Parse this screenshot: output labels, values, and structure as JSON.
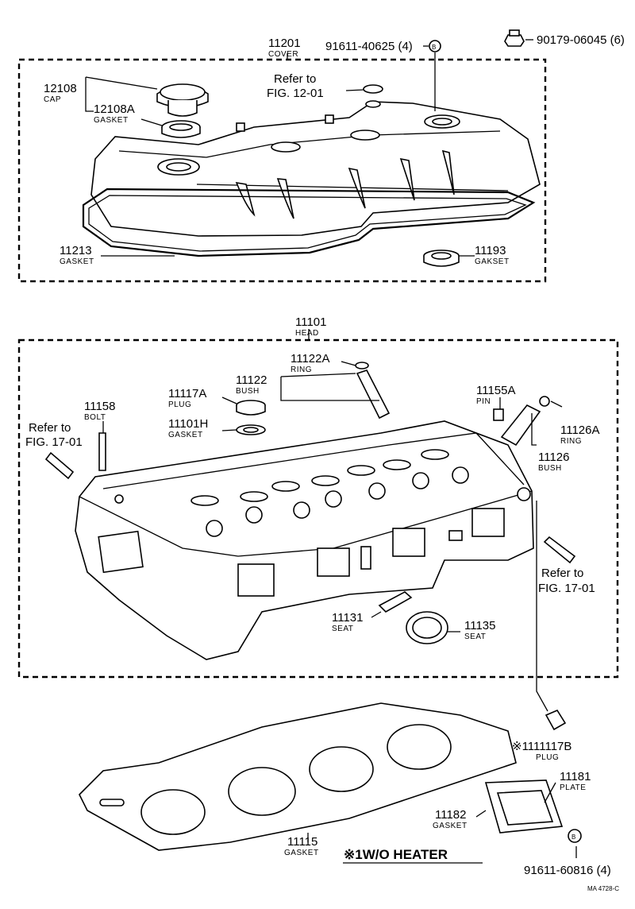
{
  "cover": {
    "number": "11201",
    "name": "COVER",
    "bolt_ref": "91611-40625 (4)",
    "bolt_marker": "B",
    "nut_ref": "90179-06045 (6)",
    "refer_line1": "Refer to",
    "refer_line2": "FIG. 12-01",
    "cap_num": "12108",
    "cap_name": "CAP",
    "gasket_a_num": "12108A",
    "gasket_a_name": "GASKET",
    "gasket_num": "11213",
    "gasket_name": "GASKET",
    "gakset_num": "11193",
    "gakset_name": "GAKSET"
  },
  "head": {
    "number": "11101",
    "name": "HEAD",
    "ring_a_num": "11122A",
    "ring_a_name": "RING",
    "bush_num": "11122",
    "bush_name": "BUSH",
    "plug_num": "11117A",
    "plug_name": "PLUG",
    "gasket_h_num": "11101H",
    "gasket_h_name": "GASKET",
    "bolt_num": "11158",
    "bolt_name": "BOLT",
    "refer_left_line1": "Refer to",
    "refer_left_line2": "FIG. 17-01",
    "pin_num": "11155A",
    "pin_name": "PIN",
    "ring_b_num": "11126A",
    "ring_b_name": "RING",
    "bush_b_num": "11126",
    "bush_b_name": "BUSH",
    "refer_right_line1": "Refer to",
    "refer_right_line2": "FIG. 17-01",
    "seat1_num": "11131",
    "seat1_name": "SEAT",
    "seat2_num": "11135",
    "seat2_name": "SEAT"
  },
  "lower": {
    "plug_num": "※1111117B",
    "plug_name": "PLUG",
    "plate_num": "11181",
    "plate_name": "PLATE",
    "gasket_num": "11182",
    "gasket_name": "GASKET",
    "head_gasket_num": "11115",
    "head_gasket_name": "GASKET",
    "note": "※1W/O HEATER",
    "bolt_marker": "B",
    "bolt_ref": "91611-60816 (4)",
    "code": "MA 4728-C"
  }
}
